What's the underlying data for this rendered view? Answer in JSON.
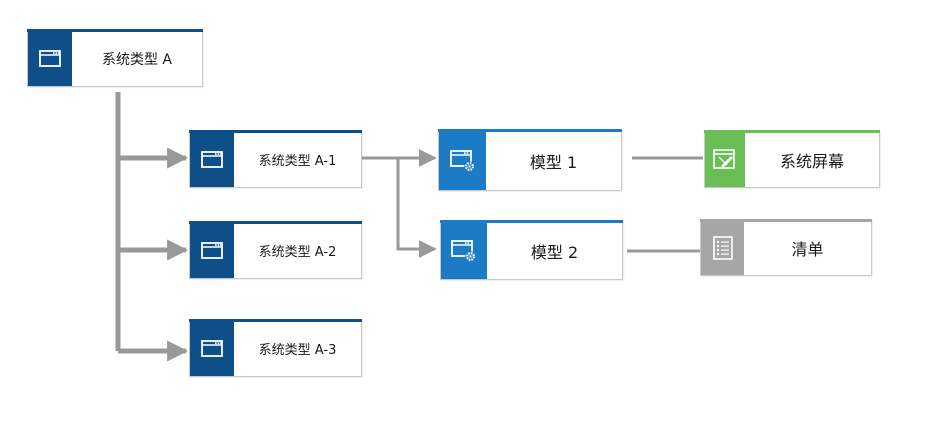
{
  "nodes": {
    "root": {
      "label": "系统类型 A",
      "color": "#0e4f8a",
      "icon": "window-icon"
    },
    "a1": {
      "label": "系统类型 A-1",
      "color": "#0e4f8a",
      "icon": "window-icon"
    },
    "a2": {
      "label": "系统类型 A-2",
      "color": "#0e4f8a",
      "icon": "window-icon"
    },
    "a3": {
      "label": "系统类型 A-3",
      "color": "#0e4f8a",
      "icon": "window-icon"
    },
    "model1": {
      "label": "模型 1",
      "color": "#1b7bc6",
      "icon": "window-gear-icon"
    },
    "model2": {
      "label": "模型 2",
      "color": "#1b7bc6",
      "icon": "window-gear-icon"
    },
    "screen": {
      "label": "系统屏幕",
      "color": "#6bbe56",
      "icon": "screen-edit-icon"
    },
    "list": {
      "label": "清单",
      "color": "#a6a6a6",
      "icon": "list-icon"
    }
  },
  "connector_color": "#999999"
}
